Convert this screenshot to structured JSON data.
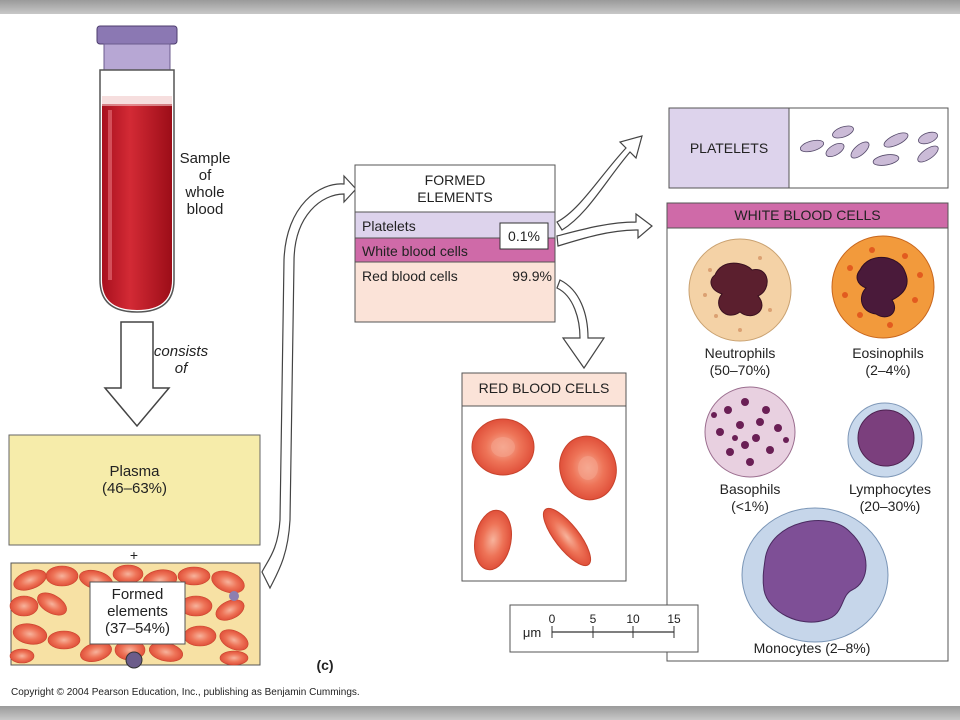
{
  "tube_label": [
    "Sample",
    "of",
    "whole",
    "blood"
  ],
  "arrow_label": [
    "consists",
    "of"
  ],
  "plasma": {
    "name": "Plasma",
    "range": "(46–63%)",
    "color": "#f6ecaa"
  },
  "plus": "+",
  "formed_elements_photo": {
    "name": [
      "Formed",
      "elements"
    ],
    "range": "(37–54%)"
  },
  "formed_table": {
    "title": [
      "FORMED",
      "ELEMENTS"
    ],
    "rows": [
      {
        "name": "Platelets",
        "color": "#ddd3ec"
      },
      {
        "name": "White blood cells",
        "color": "#cf6aa8"
      },
      {
        "name": "Red blood cells",
        "value": "99.9%",
        "color": "#fbe3d8"
      }
    ],
    "combined_value": "0.1%"
  },
  "platelets_box": {
    "title": "PLATELETS",
    "color": "#ddd3ec"
  },
  "rbc_box": {
    "title": "RED BLOOD CELLS",
    "color": "#fbe3d8"
  },
  "wbc_box": {
    "title": "WHITE BLOOD CELLS",
    "color": "#cf6aa8",
    "cells": [
      {
        "name": "Neutrophils",
        "range": "(50–70%)"
      },
      {
        "name": "Eosinophils",
        "range": "(2–4%)"
      },
      {
        "name": "Basophils",
        "range": "(<1%)"
      },
      {
        "name": "Lymphocytes",
        "range": "(20–30%)"
      },
      {
        "name": "Monocytes (2–8%)"
      }
    ]
  },
  "scale_bar": {
    "unit": "μm",
    "ticks": [
      "0",
      "5",
      "10",
      "15"
    ]
  },
  "panel_label": "(c)",
  "copyright": "Copyright © 2004 Pearson Education, Inc., publishing as Benjamin Cummings."
}
